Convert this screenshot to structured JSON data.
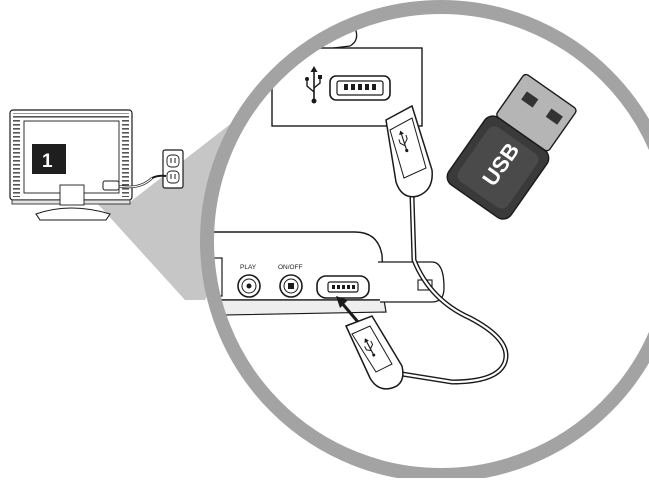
{
  "step": {
    "number": "1"
  },
  "labels": {
    "play": "PLAY",
    "on_off": "ON/OFF",
    "usb_drive": "USB"
  },
  "icons": {
    "usb_symbol": "usb-trident-icon",
    "step_badge": "step-number-badge"
  },
  "colors": {
    "line": "#1a1a1a",
    "magnifier_ring": "#a3a3a3",
    "beam": "#c4c4c4",
    "drive_body": "#3a3a3a",
    "drive_cap": "#b5b5b5",
    "badge": "#1e1e1e"
  }
}
